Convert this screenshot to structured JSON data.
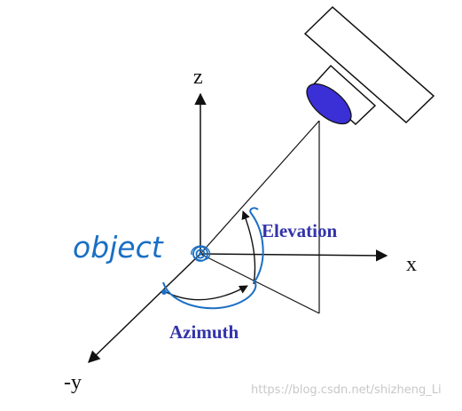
{
  "axes": {
    "z_label": "z",
    "x_label": "x",
    "neg_y_label": "-y"
  },
  "angles": {
    "elevation_label": "Elevation",
    "azimuth_label": "Azimuth"
  },
  "annotation": {
    "handwritten_label": "object"
  },
  "watermark": "https://blog.csdn.net/shizheng_Li",
  "colors": {
    "line": "#111111",
    "label_blue": "#3333aa",
    "handwriting_blue": "#1a6fc4",
    "lens_fill": "#3b2fd6",
    "watermark_gray": "#c8c8c8"
  }
}
